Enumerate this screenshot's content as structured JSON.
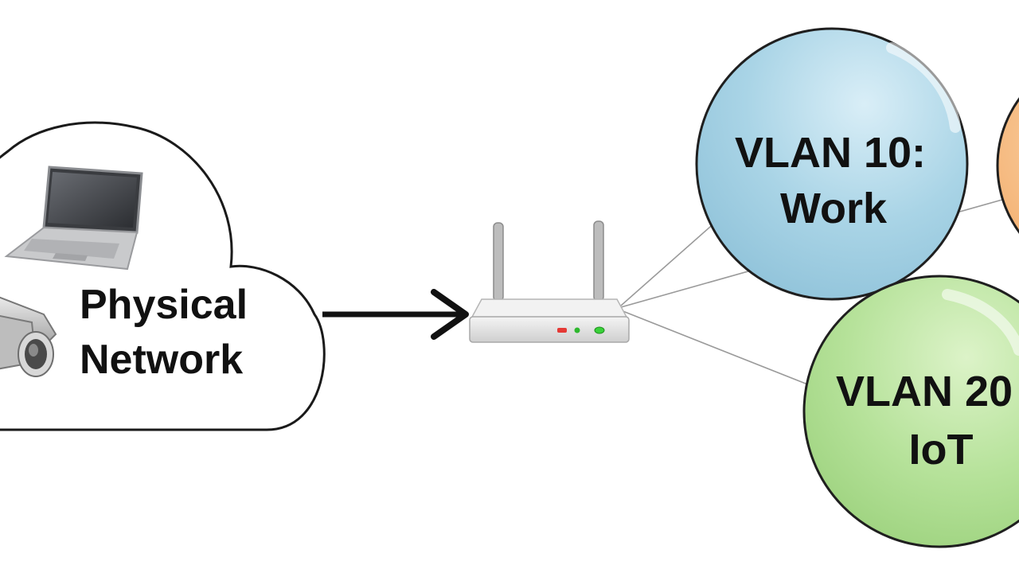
{
  "cloud": {
    "line1": "Physical",
    "line2": "Network"
  },
  "vlans": [
    {
      "line1": "VLAN 10:",
      "line2": "Work",
      "color": "#a9d4e6"
    },
    {
      "line1": "VLAN 20",
      "line2": "IoT",
      "color": "#b6e29a"
    },
    {
      "line1": "",
      "line2": "",
      "color": "#f5b06b"
    }
  ],
  "icons": {
    "laptop": "laptop-icon",
    "camera": "security-camera-icon",
    "router": "router-icon"
  }
}
